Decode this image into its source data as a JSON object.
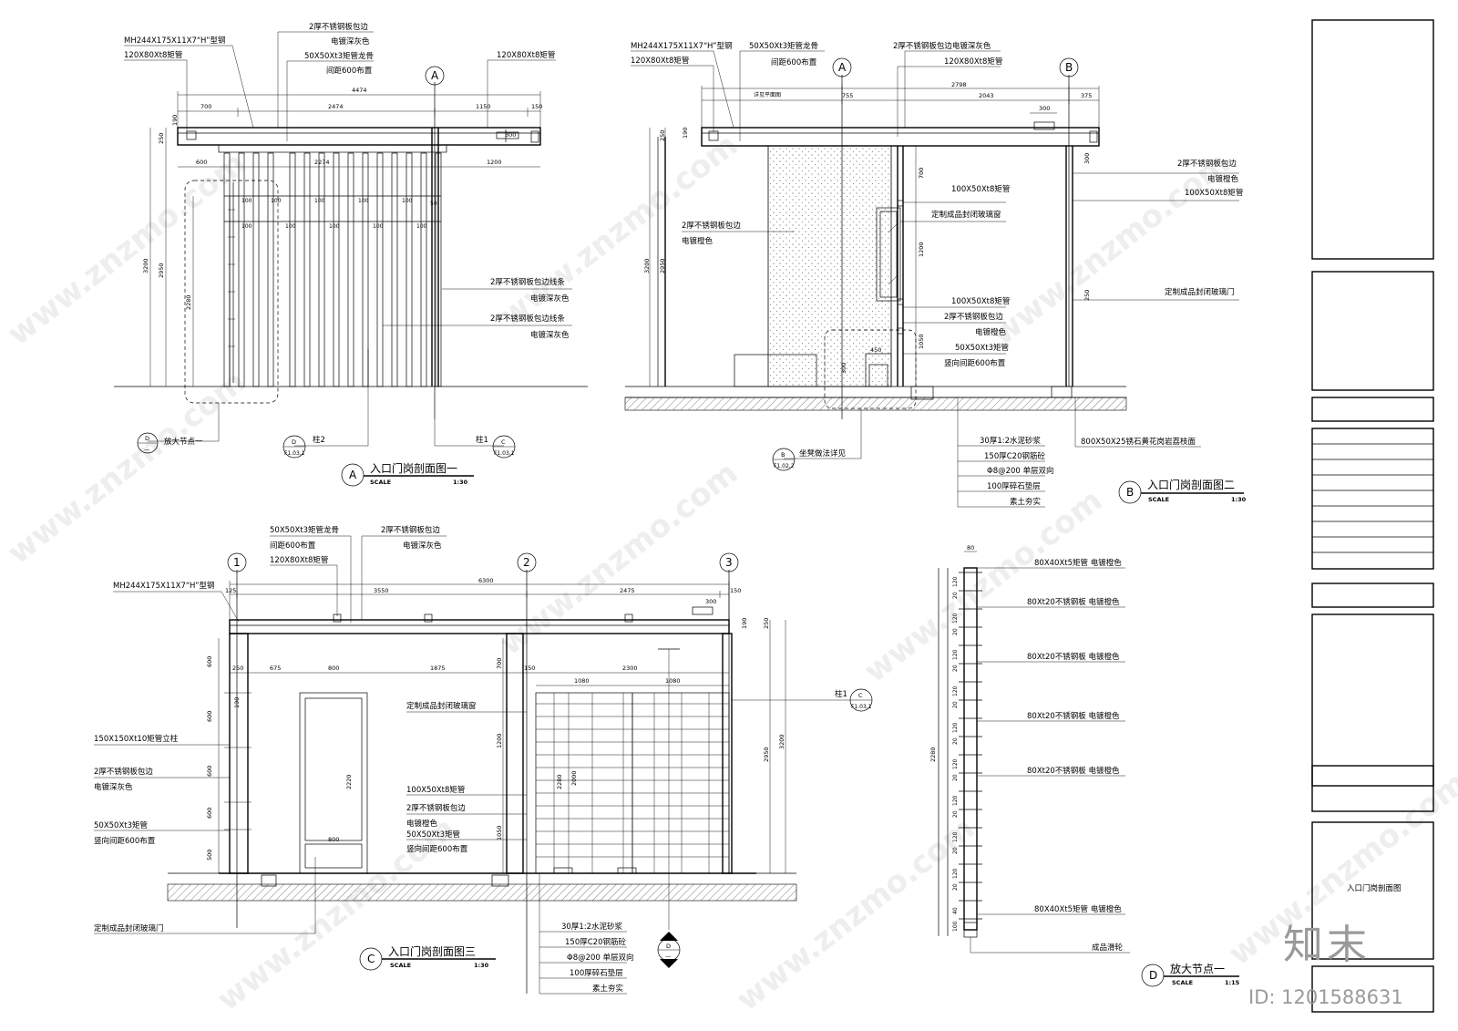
{
  "watermark": "www.znzmo.com",
  "brand": "知末",
  "drawing_id": "ID: 1201588631",
  "title_block_name": "入口门岗剖面图",
  "section_a": {
    "title": "入口门岗剖面图一",
    "letter": "A",
    "scale_label": "SCALE",
    "scale": "1:30",
    "axis": "A",
    "labels": {
      "h_steel": "MH244X175X11X7“H”型钢",
      "tube_120": "120X80Xt8矩管",
      "tube_120_right": "120X80Xt8矩管",
      "edge_steel": "2厚不锈钢板包边",
      "dark_grey": "电镀深灰色",
      "keel": "50X50Xt3矩管龙骨",
      "spacing": "间距600布置",
      "trim_1": "2厚不锈钢板包边线条",
      "trim_1_color": "电镀深灰色",
      "trim_2": "2厚不锈钢板包边线条",
      "trim_2_color": "电镀深灰色",
      "detail_note": "放大节点一",
      "col2": "柱2",
      "col1": "柱1",
      "ref_d": "D",
      "ref_dash": "—",
      "ref_f1": "F1.03.1",
      "ref_c": "C",
      "ref_f2": "F1.03.1"
    },
    "dims": {
      "top_total": "4474",
      "seg_700": "700",
      "seg_2474": "2474",
      "seg_1150": "1150",
      "seg_150": "150",
      "sub_600": "600",
      "sub_2274": "2274",
      "sub_1200": "1200",
      "sub_300": "300",
      "h_3200": "3200",
      "h_2950": "2950",
      "h_2280": "2280",
      "h_250": "250",
      "h_190": "190",
      "lbl_100": "100",
      "lbl_50": "50"
    }
  },
  "section_b": {
    "title": "入口门岗剖面图二",
    "letter": "B",
    "scale_label": "SCALE",
    "scale": "1:30",
    "axis_a": "A",
    "axis_b": "B",
    "labels": {
      "h_steel": "MH244X175X11X7“H”型钢",
      "tube_120": "120X80Xt8矩管",
      "keel": "50X50Xt3矩管龙骨",
      "spacing": "间距600布置",
      "edge_dark": "2厚不锈钢板包边电镀深灰色",
      "tube_120_b": "120X80Xt8矩管",
      "edge_orange_r": "2厚不锈钢板包边",
      "orange_r": "电镀橙色",
      "tube_100_r": "100X50Xt8矩管",
      "tube_100_1": "100X50Xt8矩管",
      "window": "定制成品封闭玻璃窗",
      "edge_left": "2厚不锈钢板包边",
      "orange_left": "电镀橙色",
      "door": "定制成品封闭玻璃门",
      "tube_100_2": "100X50Xt8矩管",
      "edge_orange_2": "2厚不锈钢板包边",
      "orange_2": "电镀橙色",
      "keel_2": "50X50Xt3矩管",
      "keel_2_spacing": "竖向间距600布置",
      "paving": "800X50X25锈石黄花岗岩荔枝面",
      "seat_ref": "B",
      "seat_sheet": "F1.02.2",
      "seat_note": "坐凳做法详见",
      "plan_note": "详见平面图"
    },
    "floor_layers": [
      "30厚1:2水泥砂浆",
      "150厚C20钢筋砼",
      "Φ8@200 单层双向",
      "100厚碎石垫层",
      "素土夯实"
    ],
    "dims": {
      "top_total": "2798",
      "seg_755": "755",
      "seg_2043": "2043",
      "seg_375": "375",
      "sub_300": "300",
      "h_3200": "3200",
      "h_2950": "2950",
      "h_250": "250",
      "h_700": "700",
      "h_1200": "1200",
      "h_1050": "1050",
      "h_450": "450",
      "h_300": "300",
      "h_190": "190"
    }
  },
  "section_c": {
    "title": "入口门岗剖面图三",
    "letter": "C",
    "scale_label": "SCALE",
    "scale": "1:30",
    "axes": [
      "1",
      "2",
      "3"
    ],
    "labels": {
      "keel": "50X50Xt3矩管龙骨",
      "spacing": "间距600布置",
      "tube_120": "120X80Xt8矩管",
      "edge": "2厚不锈钢板包边",
      "dark_grey": "电镀深灰色",
      "h_steel": "MH244X175X11X7“H”型钢",
      "col_150": "150X150Xt10矩管立柱",
      "edge_2": "2厚不锈钢板包边",
      "dark_grey_2": "电镀深灰色",
      "keel_2": "50X50Xt3矩管",
      "keel_2_spacing": "竖向间距600布置",
      "door": "定制成品封闭玻璃门",
      "window": "定制成品封闭玻璃窗",
      "tube_100": "100X50Xt8矩管",
      "edge_3": "2厚不锈钢板包边",
      "orange": "电镀橙色",
      "keel_3": "50X50Xt3矩管",
      "keel_3_spacing": "竖向间距600布置",
      "col1": "柱1",
      "ref_c": "C",
      "ref_sheet": "F1.03.1",
      "ref_d": "D",
      "ref_dash": "—"
    },
    "floor_layers": [
      "30厚1:2水泥砂浆",
      "150厚C20钢筋砼",
      "Φ8@200 单层双向",
      "100厚碎石垫层",
      "素土夯实"
    ],
    "dims": {
      "top_total": "6300",
      "seg_125": "125",
      "seg_3550": "3550",
      "seg_2475": "2475",
      "seg_150": "150",
      "sub_250": "250",
      "sub_675": "675",
      "sub_800": "800",
      "sub_1875": "1875",
      "sub_150": "150",
      "sub_1080a": "1080",
      "sub_2300": "2300",
      "sub_1080b": "1080",
      "sub_300": "300",
      "h_600": "600",
      "h_500": "500",
      "h_2220": "2220",
      "h_800": "800",
      "h_700": "700",
      "h_1200": "1200",
      "h_1050": "1050",
      "h_2280": "2280",
      "h_2000": "2000",
      "h_2950": "2950",
      "h_3200": "3200",
      "h_250": "250",
      "h_190": "190"
    }
  },
  "section_d": {
    "title": "放大节点一",
    "letter": "D",
    "scale_label": "SCALE",
    "scale": "1:15",
    "labels": {
      "top_tube": "80X40Xt5矩管 电镀橙色",
      "plate_1": "80Xt20不锈钢板 电镀橙色",
      "plate_2": "80Xt20不锈钢板 电镀橙色",
      "plate_3": "80Xt20不锈钢板 电镀橙色",
      "plate_4": "80Xt20不锈钢板 电镀橙色",
      "bottom_tube": "80X40Xt5矩管 电镀橙色",
      "pulley": "成品滑轮"
    },
    "dims": {
      "w_80": "80",
      "h_2280": "2280",
      "h_120": "120",
      "h_20": "20",
      "h_100": "100",
      "h_40": "40"
    }
  }
}
